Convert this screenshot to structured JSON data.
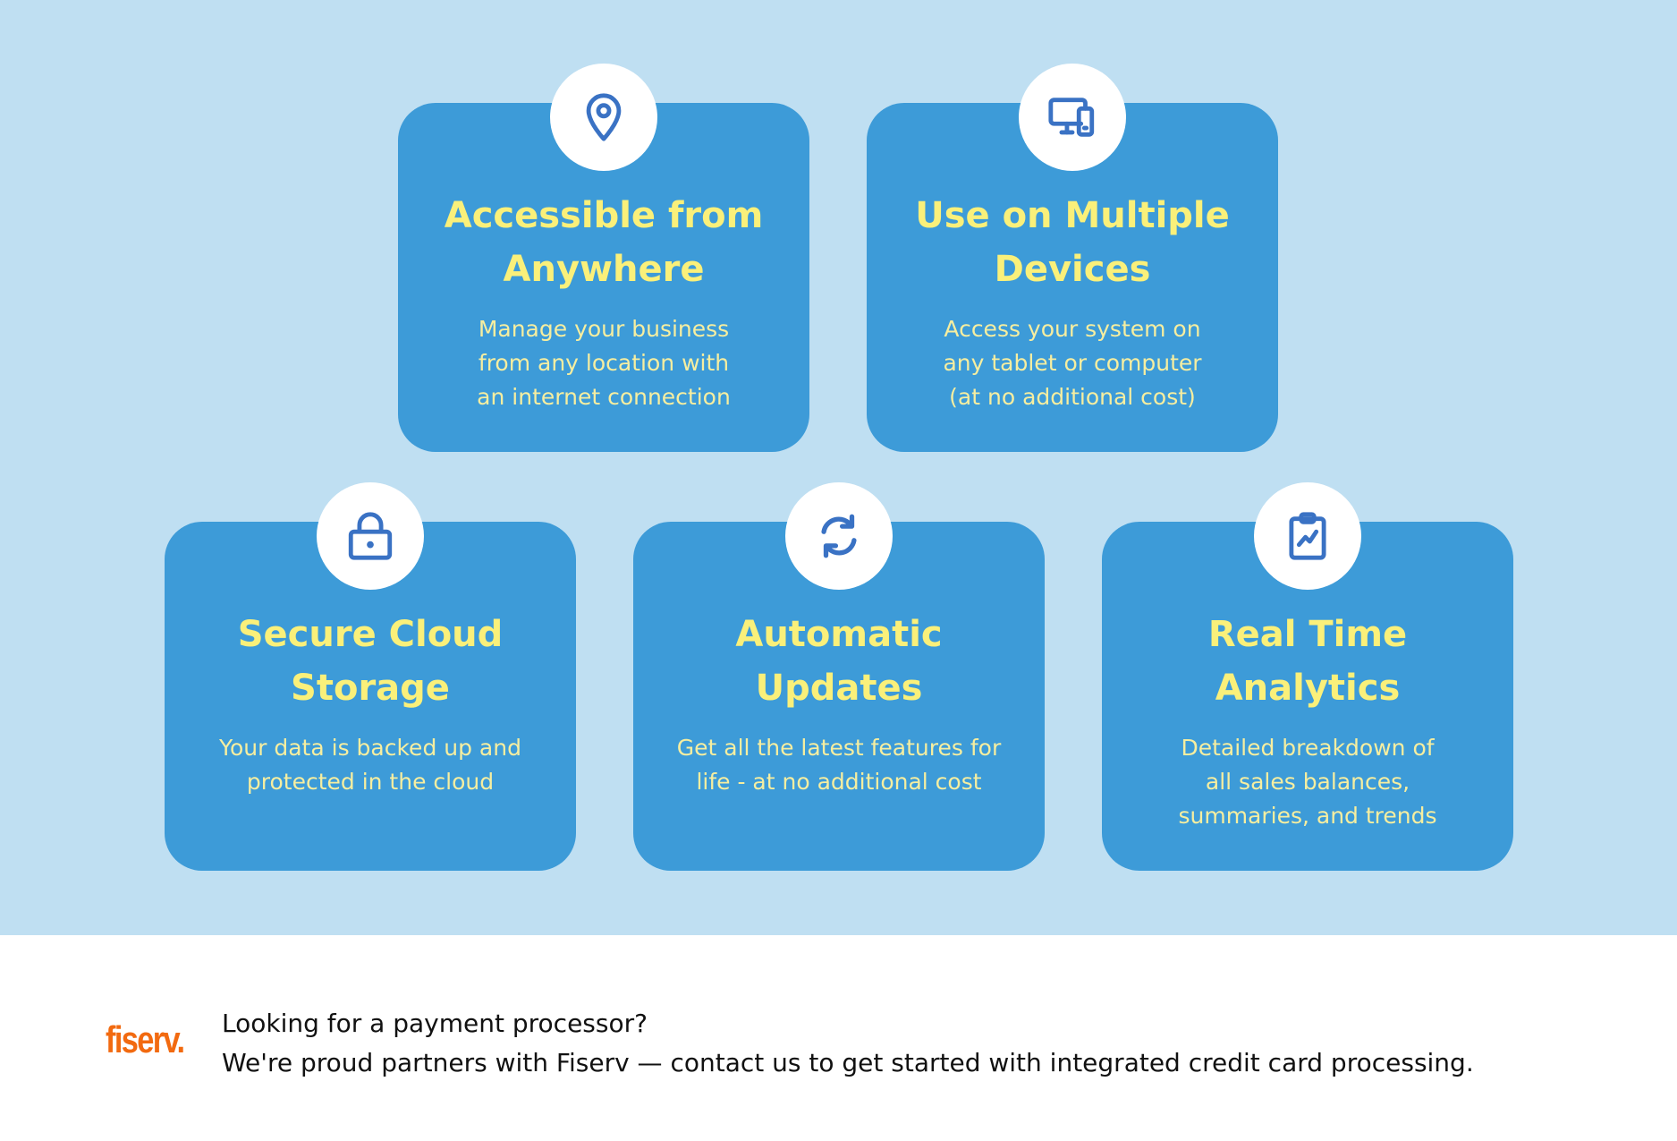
{
  "features": [
    {
      "icon": "map-pin-icon",
      "title_line1": "Accessible from",
      "title_line2": "Anywhere",
      "desc_line1": "Manage your business",
      "desc_line2": "from any location with",
      "desc_line3": "an internet connection"
    },
    {
      "icon": "devices-icon",
      "title_line1": "Use on Multiple",
      "title_line2": "Devices",
      "desc_line1": "Access your system on",
      "desc_line2": "any tablet or computer",
      "desc_line3": "(at no additional cost)"
    },
    {
      "icon": "lock-icon",
      "title_line1": "Secure Cloud",
      "title_line2": "Storage",
      "desc_line1": "Your data is backed up and",
      "desc_line2": "protected in the cloud",
      "desc_line3": ""
    },
    {
      "icon": "refresh-icon",
      "title_line1": "Automatic",
      "title_line2": "Updates",
      "desc_line1": "Get all the latest features for",
      "desc_line2": "life - at no additional cost",
      "desc_line3": ""
    },
    {
      "icon": "clipboard-chart-icon",
      "title_line1": "Real Time",
      "title_line2": "Analytics",
      "desc_line1": "Detailed breakdown of",
      "desc_line2": "all sales balances,",
      "desc_line3": "summaries, and trends"
    }
  ],
  "footer": {
    "logo_text": "fiserv.",
    "line1": "Looking for a payment processor?",
    "line2": "We're proud partners with Fiserv — contact us to get started with integrated credit card processing."
  },
  "colors": {
    "section_background": "#bfdff2",
    "card_background": "#3d9bd8",
    "card_text": "#faf07a",
    "icon_stroke": "#3a72c4",
    "logo": "#f26a10"
  }
}
